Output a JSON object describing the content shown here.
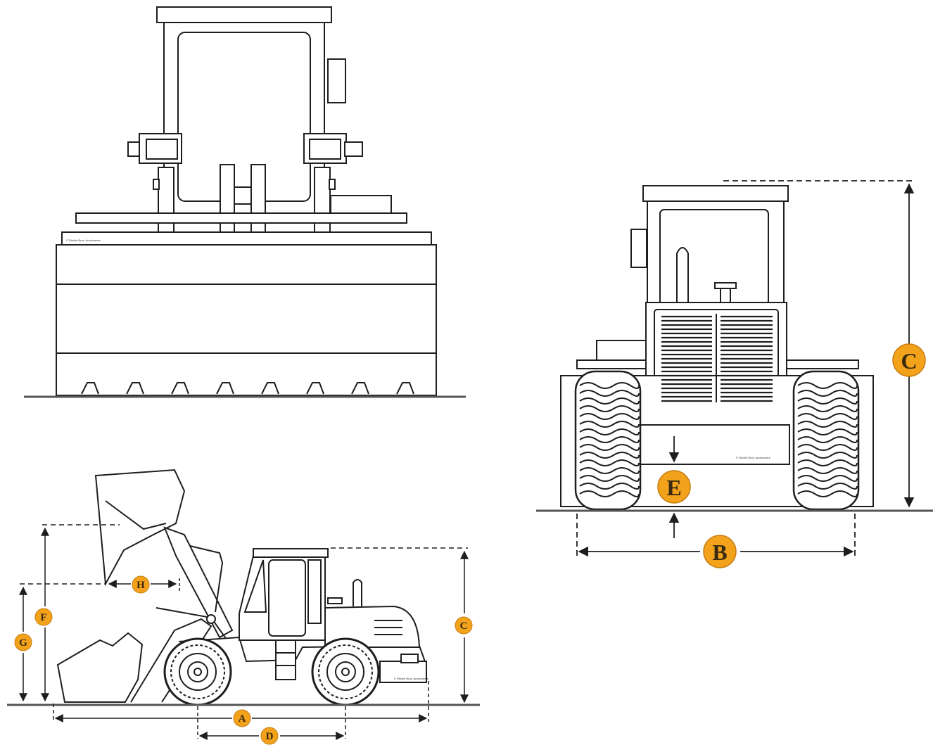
{
  "colors": {
    "badge_fill": "#f2a21b",
    "badge_stroke": "#c87d10",
    "ink": "#1e1e1e",
    "ground": "#555555"
  },
  "watermarks": {
    "front_bucket": "© Ritchie Bros. Auctioneers",
    "rear_bumper": "© Ritchie Bros. Auctioneers",
    "side_counterweight": "© Ritchie Bros. Auctioneers"
  },
  "labels": {
    "rear": {
      "c": "C",
      "e": "E",
      "b": "B"
    },
    "side": {
      "a": "A",
      "c": "C",
      "d": "D",
      "f": "F",
      "g": "G",
      "h": "H"
    }
  }
}
